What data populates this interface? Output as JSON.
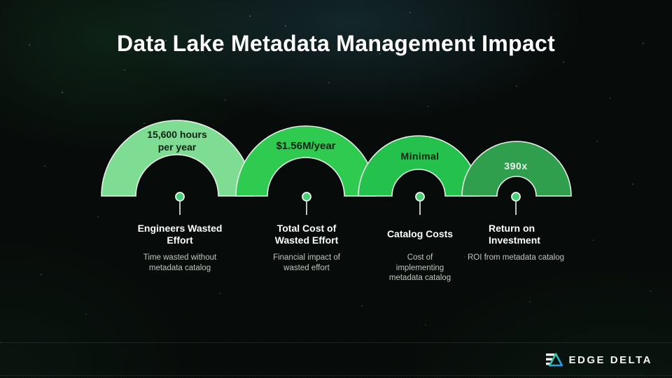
{
  "title": "Data Lake Metadata Management Impact",
  "arches": [
    {
      "name": "engineers-wasted-effort",
      "value": "15,600 hours per year"
    },
    {
      "name": "total-cost-of-wasted-effort",
      "value": "$1.56M/year"
    },
    {
      "name": "catalog-costs",
      "value": "Minimal"
    },
    {
      "name": "return-on-investment",
      "value": "390x"
    }
  ],
  "columns": [
    {
      "title": "Engineers Wasted Effort",
      "subtitle": "Time wasted without metadata catalog"
    },
    {
      "title": "Total Cost of Wasted Effort",
      "subtitle": "Financial impact of wasted effort"
    },
    {
      "title": "Catalog Costs",
      "subtitle": "Cost of implementing metadata catalog"
    },
    {
      "title": "Return on Investment",
      "subtitle": "ROI from metadata catalog"
    }
  ],
  "colors": {
    "arch_fills": [
      "#7edd92",
      "#2fcb50",
      "#24c24c",
      "#2f9e4d"
    ],
    "arch_stroke": "#e8f2e9",
    "pin_fill": "#46d078",
    "logo_green": "#3ddc84",
    "logo_blue": "#2196f3"
  },
  "footer": {
    "brand": "EDGE DELTA"
  }
}
